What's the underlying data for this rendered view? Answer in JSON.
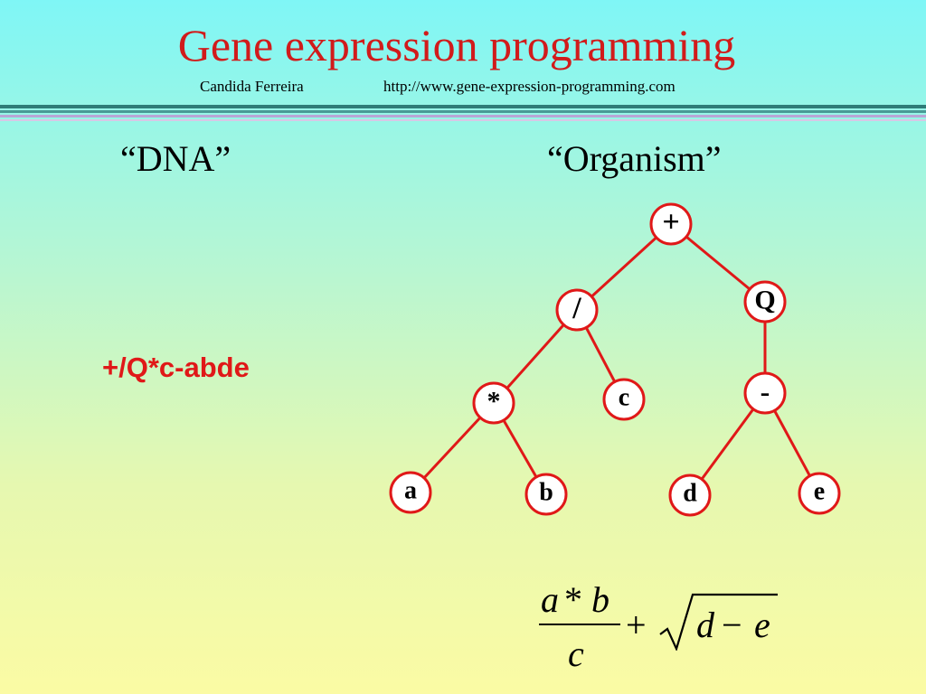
{
  "header": {
    "title": "Gene expression programming",
    "author": "Candida Ferreira",
    "website": "http://www.gene-expression-programming.com"
  },
  "dna": {
    "heading": "“DNA”",
    "gene": "+/Q*c-abde"
  },
  "organism": {
    "heading": "“Organism”",
    "nodes": [
      {
        "id": "plus",
        "label": "+"
      },
      {
        "id": "div",
        "label": "/"
      },
      {
        "id": "q",
        "label": "Q"
      },
      {
        "id": "mul",
        "label": "*"
      },
      {
        "id": "c",
        "label": "c"
      },
      {
        "id": "minus",
        "label": "-"
      },
      {
        "id": "a",
        "label": "a"
      },
      {
        "id": "b",
        "label": "b"
      },
      {
        "id": "d",
        "label": "d"
      },
      {
        "id": "e",
        "label": "e"
      }
    ],
    "edges": [
      [
        "plus",
        "div"
      ],
      [
        "plus",
        "q"
      ],
      [
        "div",
        "mul"
      ],
      [
        "div",
        "c"
      ],
      [
        "q",
        "minus"
      ],
      [
        "mul",
        "a"
      ],
      [
        "mul",
        "b"
      ],
      [
        "minus",
        "d"
      ],
      [
        "minus",
        "e"
      ]
    ]
  },
  "formula": {
    "num_a": "a",
    "num_op": "*",
    "num_b": "b",
    "den": "c",
    "plus": "+",
    "rad_d": "d",
    "rad_op": "−",
    "rad_e": "e"
  },
  "colors": {
    "title": "#d11b1b",
    "node_stroke": "#e01818",
    "edge": "#e01818",
    "gene_text": "#e01818"
  }
}
